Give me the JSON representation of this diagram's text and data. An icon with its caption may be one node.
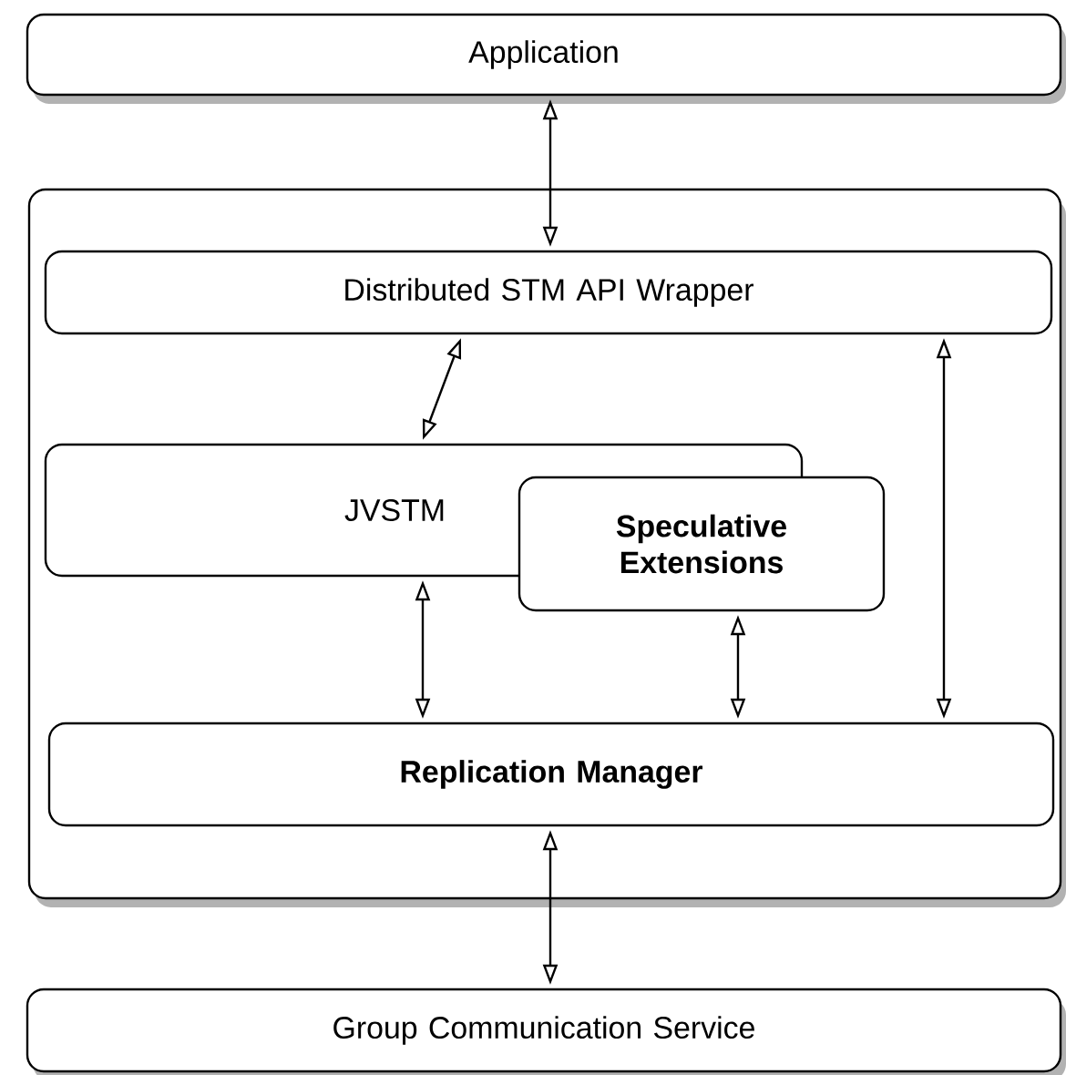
{
  "diagram": {
    "nodes": [
      {
        "text": [
          "Application"
        ]
      },
      {
        "text": [],
        "shape": "box"
      },
      {
        "text": [
          "Distributed STM API Wrapper"
        ],
        "in": 1
      },
      {
        "text": [
          "JVSTM"
        ],
        "in": 1
      },
      {
        "text": [
          "Speculative Extensions"
        ],
        "in": 1
      },
      {
        "text": [
          "Replication Manager"
        ],
        "in": 1
      },
      {
        "text": [
          "Group Communication Service"
        ]
      }
    ],
    "edges": [
      {
        "from": 0,
        "to": 2,
        "arrow": "both"
      },
      {
        "from": 2,
        "to": 3,
        "arrow": "both"
      },
      {
        "from": 3,
        "to": 5,
        "arrow": "both"
      },
      {
        "from": 4,
        "to": 5,
        "arrow": "both"
      },
      {
        "from": 2,
        "to": 5,
        "arrow": "both"
      },
      {
        "from": 5,
        "to": 6,
        "arrow": "both"
      }
    ]
  }
}
